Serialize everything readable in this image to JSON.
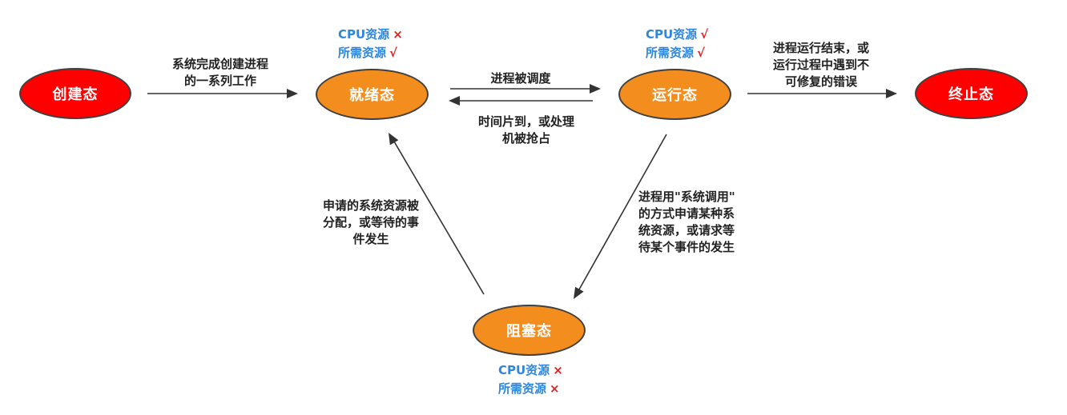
{
  "states": {
    "create": "创建态",
    "ready": "就绪态",
    "running": "运行态",
    "terminated": "终止态",
    "blocked": "阻塞态"
  },
  "transitions": {
    "create_to_ready": [
      "系统完成创建进程",
      "的一系列工作"
    ],
    "ready_to_running": [
      "进程被调度"
    ],
    "running_to_ready": [
      "时间片到，或处理",
      "机被抢占"
    ],
    "running_to_terminated": [
      "进程运行结束，或",
      "运行过程中遇到不",
      "可修复的错误"
    ],
    "running_to_blocked": [
      "进程用\"系统调用\"",
      "的方式申请某种系",
      "统资源，或请求等",
      "待某个事件的发生"
    ],
    "blocked_to_ready": [
      "申请的系统资源被",
      "分配，或等待的事",
      "件发生"
    ]
  },
  "resources": {
    "ready": [
      {
        "name": "CPU资源",
        "mark": "×"
      },
      {
        "name": "所需资源",
        "mark": "√"
      }
    ],
    "running": [
      {
        "name": "CPU资源",
        "mark": "√"
      },
      {
        "name": "所需资源",
        "mark": "√"
      }
    ],
    "blocked": [
      {
        "name": "CPU资源",
        "mark": "×"
      },
      {
        "name": "所需资源",
        "mark": "×"
      }
    ]
  },
  "colors": {
    "red_state": "#ff0000",
    "orange_state": "#f28d1e",
    "resource_text": "#2e86de",
    "mark": "#e02020"
  }
}
